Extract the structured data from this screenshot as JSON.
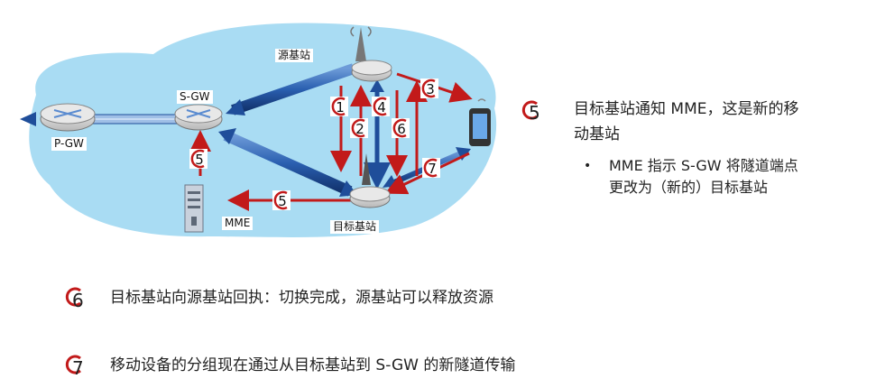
{
  "diagram": {
    "labels": {
      "source_enb": "源基站",
      "sgw": "S-GW",
      "pgw": "P-GW",
      "mme": "MME",
      "target_enb": "目标基站"
    },
    "step_badges": [
      "1",
      "2",
      "3",
      "4",
      "5",
      "5",
      "5",
      "6",
      "7"
    ]
  },
  "steps": {
    "s5": {
      "num": "5",
      "text_line1": "目标基站通知 MME，这是新的移",
      "text_line2": "动基站",
      "bullet": "MME 指示 S-GW 将隧道端点",
      "bullet_line2": "更改为（新的）目标基站"
    },
    "s6": {
      "num": "6",
      "text": "目标基站向源基站回执：切换完成，源基站可以释放资源"
    },
    "s7": {
      "num": "7",
      "text": "移动设备的分组现在通过从目标基站到 S-GW 的新隧道传输"
    }
  },
  "colors": {
    "cloud": "#a9dcf3",
    "tunnel": "#1f4e9a",
    "signal": "#c21a1a"
  }
}
